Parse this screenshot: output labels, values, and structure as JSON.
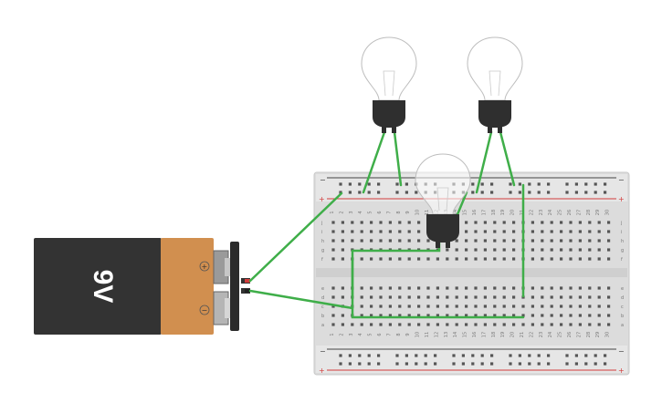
{
  "battery": {
    "label": "9V",
    "terminal_plus": "+",
    "terminal_minus": "−",
    "body_color": "#333333",
    "cap_color": "#d18f4f"
  },
  "breadboard": {
    "columns": [
      "1",
      "2",
      "3",
      "4",
      "5",
      "6",
      "7",
      "8",
      "9",
      "10",
      "11",
      "12",
      "13",
      "14",
      "15",
      "16",
      "17",
      "18",
      "19",
      "20",
      "21",
      "22",
      "23",
      "24",
      "25",
      "26",
      "27",
      "28",
      "29",
      "30"
    ],
    "top_row_labels": [
      "j",
      "i",
      "h",
      "g",
      "f"
    ],
    "bottom_row_labels": [
      "e",
      "d",
      "c",
      "b",
      "a"
    ],
    "rail_plus": "+",
    "rail_minus": "−"
  },
  "components": {
    "bulb_count": 3,
    "wire_color": "#3fae49",
    "rail_red": "#d33c3c",
    "rail_black": "#444444"
  }
}
